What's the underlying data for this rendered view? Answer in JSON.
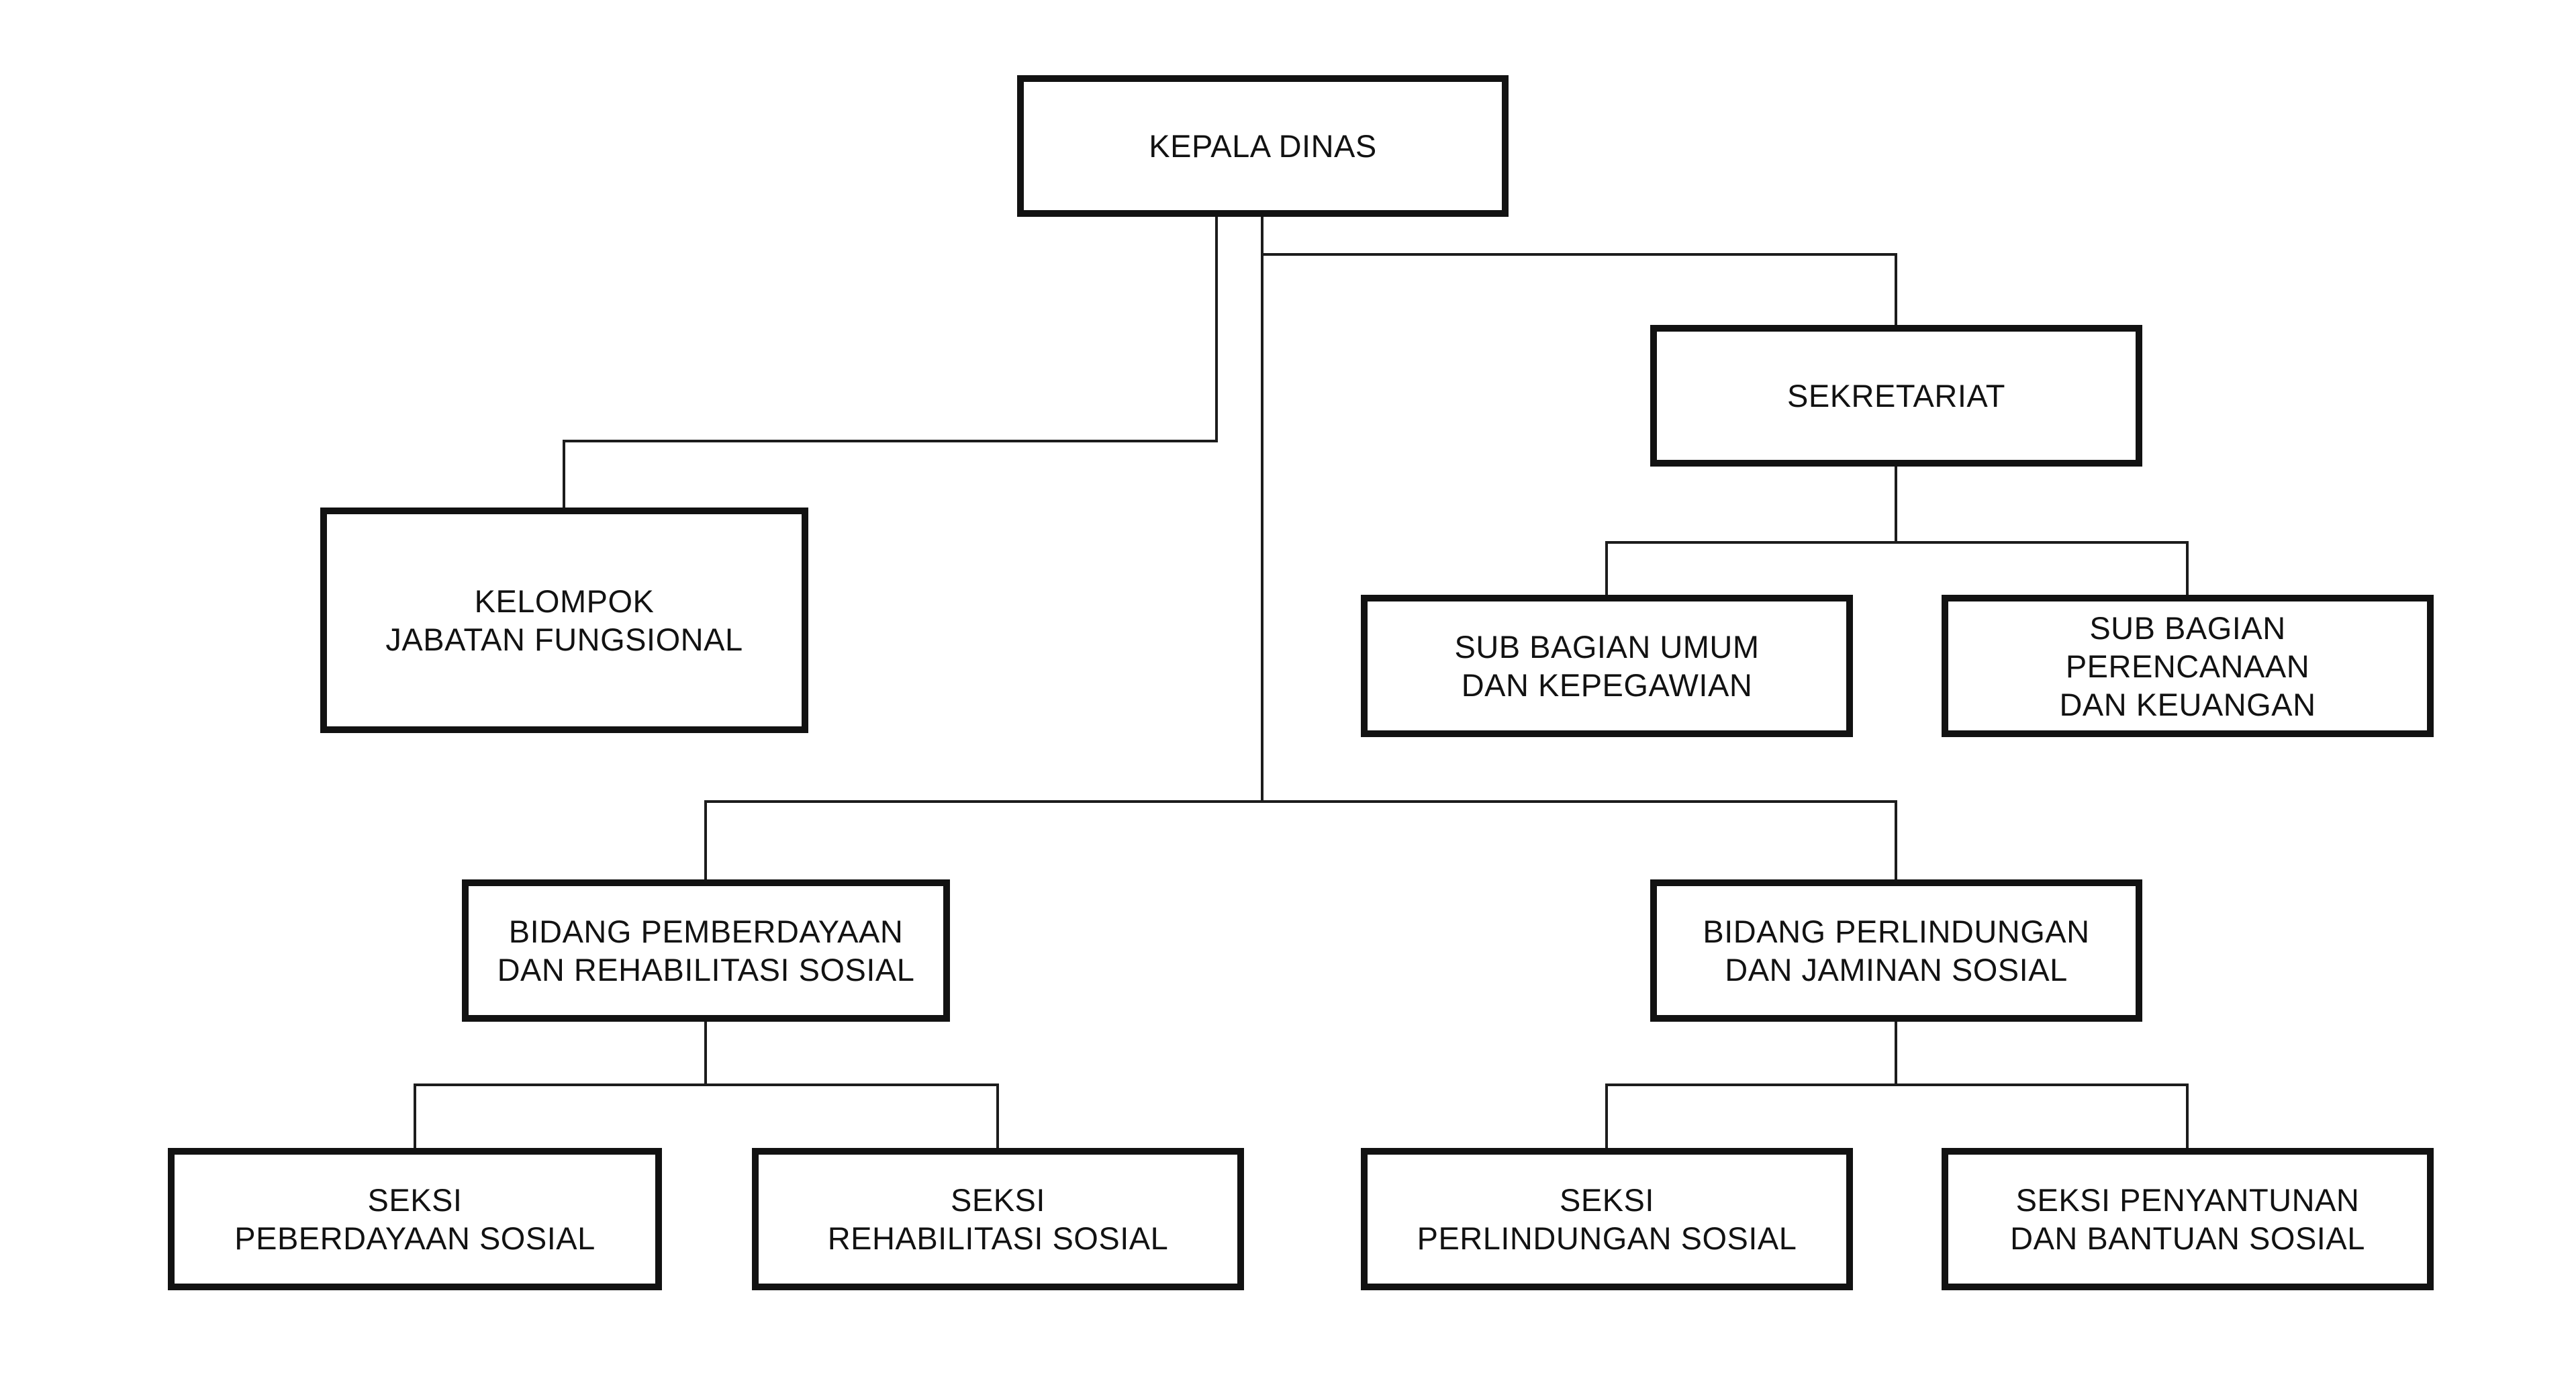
{
  "diagram": {
    "type": "org-chart",
    "background_color": "#ffffff",
    "box_fill_color": "#ffffff",
    "box_border_color": "#121212",
    "connector_color": "#1c1c1c",
    "text_color": "#121212",
    "nodes": {
      "kepala_dinas": {
        "lines": [
          "KEPALA DINAS"
        ]
      },
      "sekretariat": {
        "lines": [
          "SEKRETARIAT"
        ]
      },
      "kelompok_jabatan_fungsional": {
        "lines": [
          "KELOMPOK",
          "JABATAN FUNGSIONAL"
        ]
      },
      "sub_bagian_umum": {
        "lines": [
          "SUB BAGIAN UMUM",
          "DAN KEPEGAWIAN"
        ]
      },
      "sub_bagian_perencanaan": {
        "lines": [
          "SUB BAGIAN",
          "PERENCANAAN",
          "DAN KEUANGAN"
        ]
      },
      "bidang_pemberdayaan": {
        "lines": [
          "BIDANG PEMBERDAYAAN",
          "DAN REHABILITASI SOSIAL"
        ]
      },
      "bidang_perlindungan": {
        "lines": [
          "BIDANG PERLINDUNGAN",
          "DAN JAMINAN SOSIAL"
        ]
      },
      "seksi_peberdayaan": {
        "lines": [
          "SEKSI",
          "PEBERDAYAAN SOSIAL"
        ]
      },
      "seksi_rehabilitasi": {
        "lines": [
          "SEKSI",
          "REHABILITASI SOSIAL"
        ]
      },
      "seksi_perlindungan": {
        "lines": [
          "SEKSI",
          "PERLINDUNGAN SOSIAL"
        ]
      },
      "seksi_penyantunan": {
        "lines": [
          "SEKSI PENYANTUNAN",
          "DAN BANTUAN SOSIAL"
        ]
      }
    },
    "hierarchy": {
      "root": "KEPALA DINAS",
      "children_of_root": [
        "KELOMPOK JABATAN FUNGSIONAL",
        "SEKRETARIAT",
        "BIDANG PEMBERDAYAAN DAN REHABILITASI SOSIAL",
        "BIDANG PERLINDUNGAN DAN JAMINAN SOSIAL"
      ],
      "children_of_sekretariat": [
        "SUB BAGIAN UMUM DAN KEPEGAWIAN",
        "SUB BAGIAN PERENCANAAN DAN KEUANGAN"
      ],
      "children_of_bidang_pemberdayaan": [
        "SEKSI PEBERDAYAAN SOSIAL",
        "SEKSI REHABILITASI SOSIAL"
      ],
      "children_of_bidang_perlindungan": [
        "SEKSI PERLINDUNGAN SOSIAL",
        "SEKSI PENYANTUNAN DAN BANTUAN SOSIAL"
      ]
    }
  }
}
